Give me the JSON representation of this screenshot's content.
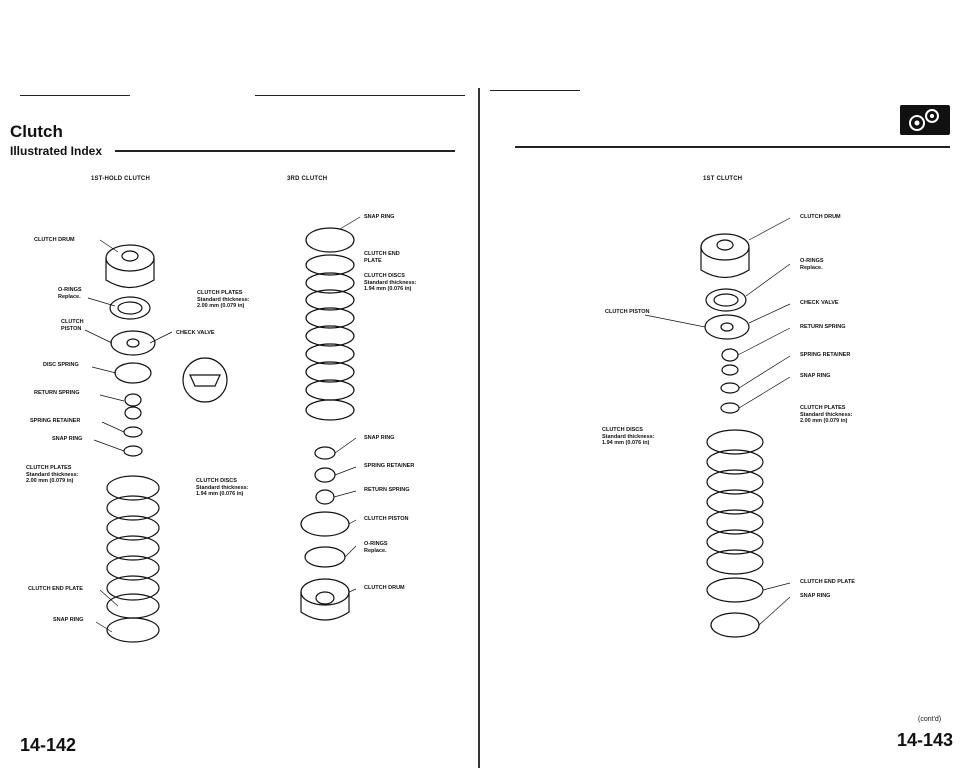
{
  "header": {
    "title": "Clutch",
    "subtitle": "Illustrated Index"
  },
  "sections": {
    "hold": "1ST-HOLD CLUTCH",
    "third": "3RD CLUTCH",
    "first": "1ST CLUTCH"
  },
  "labels_hold": [
    {
      "id": "clutch-drum",
      "text": "CLUTCH DRUM"
    },
    {
      "id": "o-rings",
      "text": "O-RINGS\nReplace."
    },
    {
      "id": "clutch-piston",
      "text": "CLUTCH\nPISTON"
    },
    {
      "id": "disc-spring",
      "text": "DISC SPRING"
    },
    {
      "id": "return-spring",
      "text": "RETURN SPRING"
    },
    {
      "id": "spring-retainer",
      "text": "SPRING RETAINER"
    },
    {
      "id": "snap-ring",
      "text": "SNAP RING"
    },
    {
      "id": "clutch-plates",
      "text": "CLUTCH PLATES\nStandard thickness:\n2.00 mm (0.079 in)"
    },
    {
      "id": "clutch-end-plate",
      "text": "CLUTCH END PLATE"
    },
    {
      "id": "snap-ring-2",
      "text": "SNAP RING"
    },
    {
      "id": "clutch-plates-mid",
      "text": "CLUTCH PLATES\nStandard thickness:\n2.00 mm (0.079 in)"
    },
    {
      "id": "check-valve",
      "text": "CHECK VALVE"
    },
    {
      "id": "clutch-discs",
      "text": "CLUTCH DISCS\nStandard thickness:\n1.94 mm (0.076 in)"
    }
  ],
  "labels_third": [
    {
      "id": "snap-ring-top",
      "text": "SNAP RING"
    },
    {
      "id": "clutch-end-plate",
      "text": "CLUTCH END\nPLATE"
    },
    {
      "id": "clutch-discs",
      "text": "CLUTCH DISCS\nStandard thickness:\n1.94 mm (0.076 in)"
    },
    {
      "id": "snap-ring",
      "text": "SNAP RING"
    },
    {
      "id": "spring-retainer",
      "text": "SPRING RETAINER"
    },
    {
      "id": "return-spring",
      "text": "RETURN SPRING"
    },
    {
      "id": "clutch-piston",
      "text": "CLUTCH PISTON"
    },
    {
      "id": "o-rings",
      "text": "O-RINGS\nReplace."
    },
    {
      "id": "clutch-drum",
      "text": "CLUTCH DRUM"
    }
  ],
  "labels_first": [
    {
      "id": "clutch-drum",
      "text": "CLUTCH DRUM"
    },
    {
      "id": "o-rings",
      "text": "O-RINGS\nReplace."
    },
    {
      "id": "clutch-piston",
      "text": "CLUTCH PISTON"
    },
    {
      "id": "check-valve",
      "text": "CHECK VALVE"
    },
    {
      "id": "return-spring",
      "text": "RETURN SPRING"
    },
    {
      "id": "spring-retainer",
      "text": "SPRING RETAINER"
    },
    {
      "id": "snap-ring",
      "text": "SNAP RING"
    },
    {
      "id": "clutch-plates",
      "text": "CLUTCH PLATES\nStandard thickness:\n2.00 mm (0.079 in)"
    },
    {
      "id": "clutch-discs",
      "text": "CLUTCH DISCS\nStandard thickness:\n1.94 mm (0.076 in)"
    },
    {
      "id": "clutch-end-plate",
      "text": "CLUTCH END PLATE"
    },
    {
      "id": "snap-ring-2",
      "text": "SNAP RING"
    }
  ],
  "footer": {
    "left_page": "14-142",
    "right_page": "14-143",
    "cont": "(cont'd)"
  }
}
